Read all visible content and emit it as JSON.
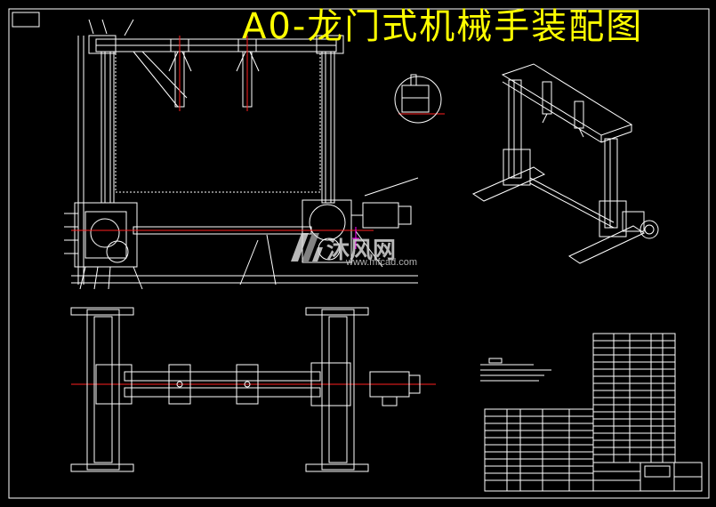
{
  "drawing": {
    "title": "A0-龙门式机械手装配图",
    "colors": {
      "background": "#000000",
      "lines": "#ffffff",
      "title": "#ffff00",
      "centerline": "#ff2020",
      "accent": "#ff00ff"
    }
  },
  "watermark": {
    "brand": "沐风网",
    "url": "www.mfcad.com",
    "icon": "mf-logo-icon"
  }
}
